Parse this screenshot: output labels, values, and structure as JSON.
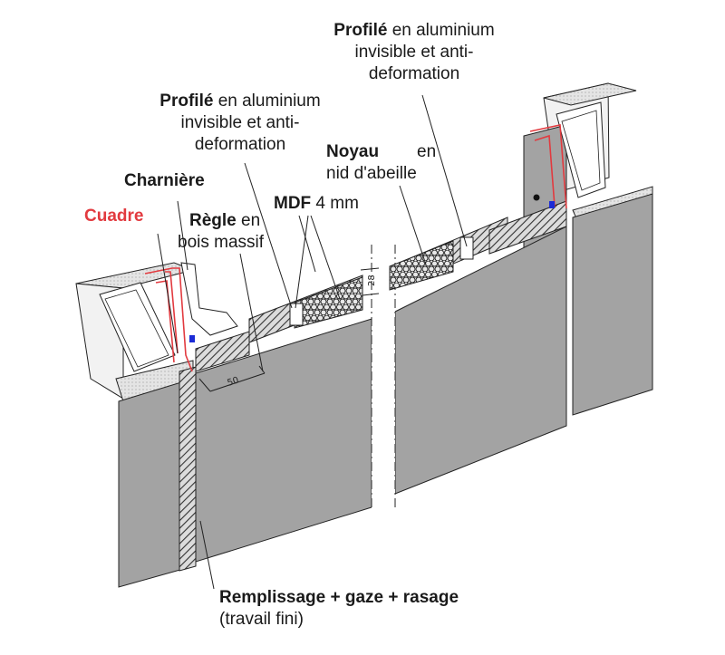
{
  "labels": {
    "profile_right": {
      "bold": "Profilé",
      "line1_rest": " en aluminium",
      "line2": "invisible et anti-",
      "line3": "deformation"
    },
    "profile_left": {
      "bold": "Profilé",
      "line1_rest": " en aluminium",
      "line2": "invisible et anti-",
      "line3": "deformation"
    },
    "noyau": {
      "bold": "Noyau",
      "line1_rest": "en",
      "line2": "nid d'abeille"
    },
    "charniere": {
      "bold": "Charnière"
    },
    "cuadre": {
      "bold": "Cuadre"
    },
    "regle": {
      "bold": "Règle",
      "line1_rest": " en",
      "line2": "bois massif"
    },
    "mdf": {
      "bold": "MDF",
      "rest": " 4 mm"
    },
    "remplissage": {
      "bold": "Remplissage + gaze + rasage",
      "line2": "(travail fini)"
    }
  },
  "dimensions": {
    "thickness": "28",
    "ruler": "50"
  },
  "colors": {
    "frame_red": "#e23a3f",
    "wall_grey": "#a3a3a3",
    "wall_top": "#dcdcdc",
    "line": "#1a1a1a",
    "seal_blue": "#1b2bd6"
  }
}
